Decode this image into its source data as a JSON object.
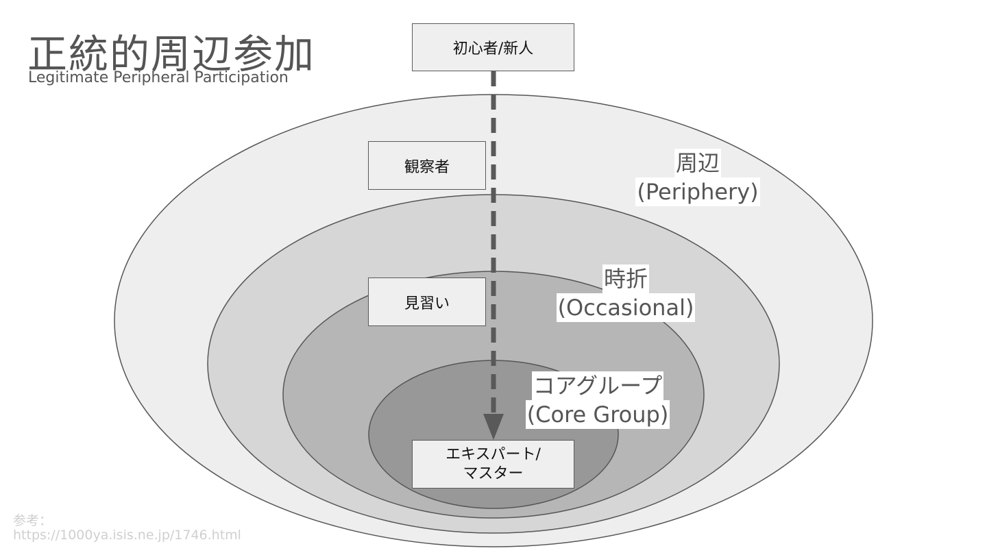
{
  "title": "正統的周辺参加",
  "subtitle": "Legitimate Peripheral Participation",
  "stages": {
    "novice": "初心者/新人",
    "observer": "観察者",
    "apprentice": "見習い",
    "expert_line1": "エキスパート/",
    "expert_line2": "マスター"
  },
  "zones": {
    "periphery_ja": "周辺",
    "periphery_en": "(Periphery)",
    "occasional_ja": "時折",
    "occasional_en": "(Occasional)",
    "core_ja": "コアグループ",
    "core_en": "(Core Group)"
  },
  "reference": {
    "label": "参考：",
    "url": "https://1000ya.isis.ne.jp/1746.html"
  },
  "colors": {
    "outer_ring": "#eeeeee",
    "second_ring": "#d6d6d6",
    "third_ring": "#b6b6b6",
    "core_ring": "#989898",
    "arrow": "#595959",
    "stroke": "#555555"
  }
}
